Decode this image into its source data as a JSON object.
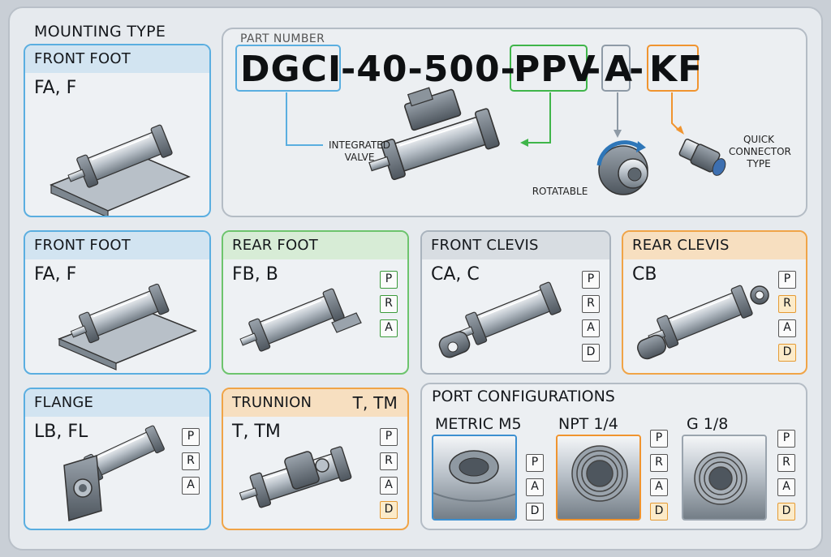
{
  "mounting_title": "MOUNTING TYPE",
  "part_number": {
    "label": "PART NUMBER",
    "segments": [
      "DGCI",
      "-40-500-",
      "PPV",
      "-",
      "A",
      "-",
      "KF"
    ],
    "callouts": {
      "valve": "INTEGRATED\nVALVE",
      "rotatable": "ROTATABLE",
      "connector": "QUICK\nCONNECTOR\nTYPE"
    }
  },
  "cards": [
    {
      "title": "FRONT FOOT",
      "code": "FA, F"
    },
    {
      "title": "FRONT FOOT",
      "code": "FA, F"
    },
    {
      "title": "REAR FOOT",
      "code": "FB, B",
      "badges": [
        "P",
        "R",
        "A"
      ]
    },
    {
      "title": "FRONT CLEVIS",
      "code": "CA, C",
      "badges": [
        "P",
        "R",
        "A",
        "D"
      ]
    },
    {
      "title": "REAR CLEVIS",
      "code": "CB",
      "badges": [
        "P",
        "R",
        "A",
        "D"
      ]
    },
    {
      "title": "FLANGE",
      "code": "LB, FL",
      "badges": [
        "P",
        "R",
        "A"
      ]
    },
    {
      "title": "TRUNNION",
      "code": "T, TM",
      "title_code": "T, TM",
      "badges": [
        "P",
        "R",
        "A",
        "D"
      ]
    }
  ],
  "ports": {
    "title": "PORT CONFIGURATIONS",
    "items": [
      {
        "name": "METRIC M5",
        "badges": [
          "P",
          "A",
          "D"
        ]
      },
      {
        "name": "NPT 1/4",
        "badges": [
          "P",
          "R",
          "A",
          "D"
        ]
      },
      {
        "name": "G 1/8",
        "badges": [
          "P",
          "R",
          "A",
          "D"
        ]
      }
    ]
  },
  "colors": {
    "blue": "#5aaee0",
    "green": "#3fb54a",
    "gray": "#8e9aa6",
    "orange": "#f0942f"
  }
}
